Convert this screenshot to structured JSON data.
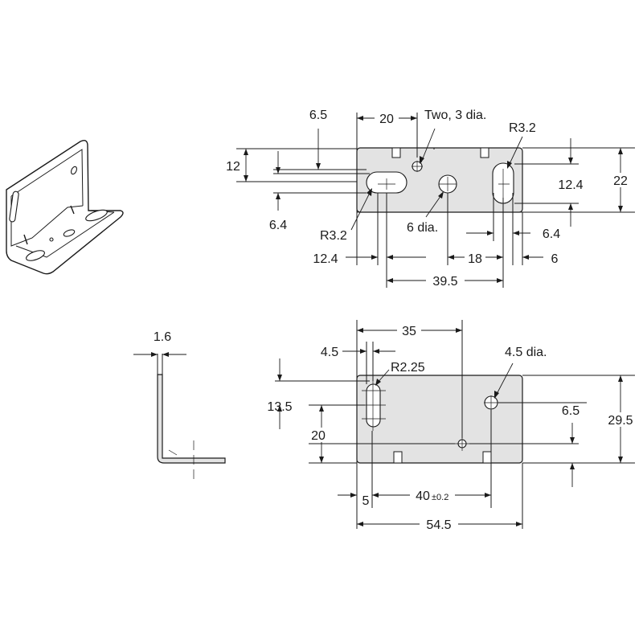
{
  "top_view": {
    "dim_20": "20",
    "holes_two_3dia": "Two, 3 dia.",
    "radius_right": "R3.2",
    "dim_6_5": "6.5",
    "dim_12": "12",
    "dim_6_4_left": "6.4",
    "radius_left": "R3.2",
    "hole_6dia": "6 dia.",
    "dim_12_4_right": "12.4",
    "dim_22": "22",
    "dim_6_4_right": "6.4",
    "dim_12_4_bottom": "12.4",
    "dim_18": "18",
    "dim_6": "6",
    "dim_39_5": "39.5"
  },
  "side_view": {
    "thickness": "1.6"
  },
  "front_view": {
    "dim_35": "35",
    "dim_4_5": "4.5",
    "radius_slot": "R2.25",
    "hole_4_5dia": "4.5 dia.",
    "dim_13_5": "13.5",
    "dim_20": "20",
    "dim_6_5": "6.5",
    "dim_29_5": "29.5",
    "dim_5": "5",
    "dim_40": "40",
    "tolerance_40": "±0.2",
    "dim_54_5": "54.5"
  }
}
